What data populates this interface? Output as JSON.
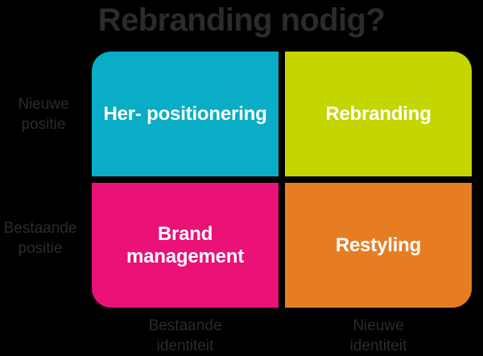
{
  "diagram": {
    "title": "Rebranding nodig?",
    "background_color": "#000000",
    "text_color": "#2b2b2b",
    "quadrant_label_color": "#ffffff",
    "type": "2x2-matrix",
    "quadrants": [
      {
        "id": "repositioning",
        "label": "Her-\npositionering",
        "color": "#0aadc6",
        "color_name": "cyan",
        "position": "top-left",
        "y_axis": "Nieuwe positie",
        "x_axis": "Bestaande identiteit"
      },
      {
        "id": "rebranding",
        "label": "Rebranding",
        "color": "#c4d600",
        "color_name": "lime",
        "position": "top-right",
        "y_axis": "Nieuwe positie",
        "x_axis": "Nieuwe identiteit"
      },
      {
        "id": "brand-management",
        "label": "Brand\nmanagement",
        "color": "#ea1177",
        "color_name": "magenta",
        "position": "bottom-left",
        "y_axis": "Bestaande positie",
        "x_axis": "Bestaande identiteit"
      },
      {
        "id": "restyling",
        "label": "Restyling",
        "color": "#e67d23",
        "color_name": "orange",
        "position": "bottom-right",
        "y_axis": "Bestaande positie",
        "x_axis": "Nieuwe identiteit"
      }
    ],
    "axes": {
      "y_top": "Nieuwe\npositie",
      "y_bottom": "Bestaande\npositie",
      "x_left": "Bestaande\nidentiteit",
      "x_right": "Nieuwe\nidentiteit"
    }
  }
}
